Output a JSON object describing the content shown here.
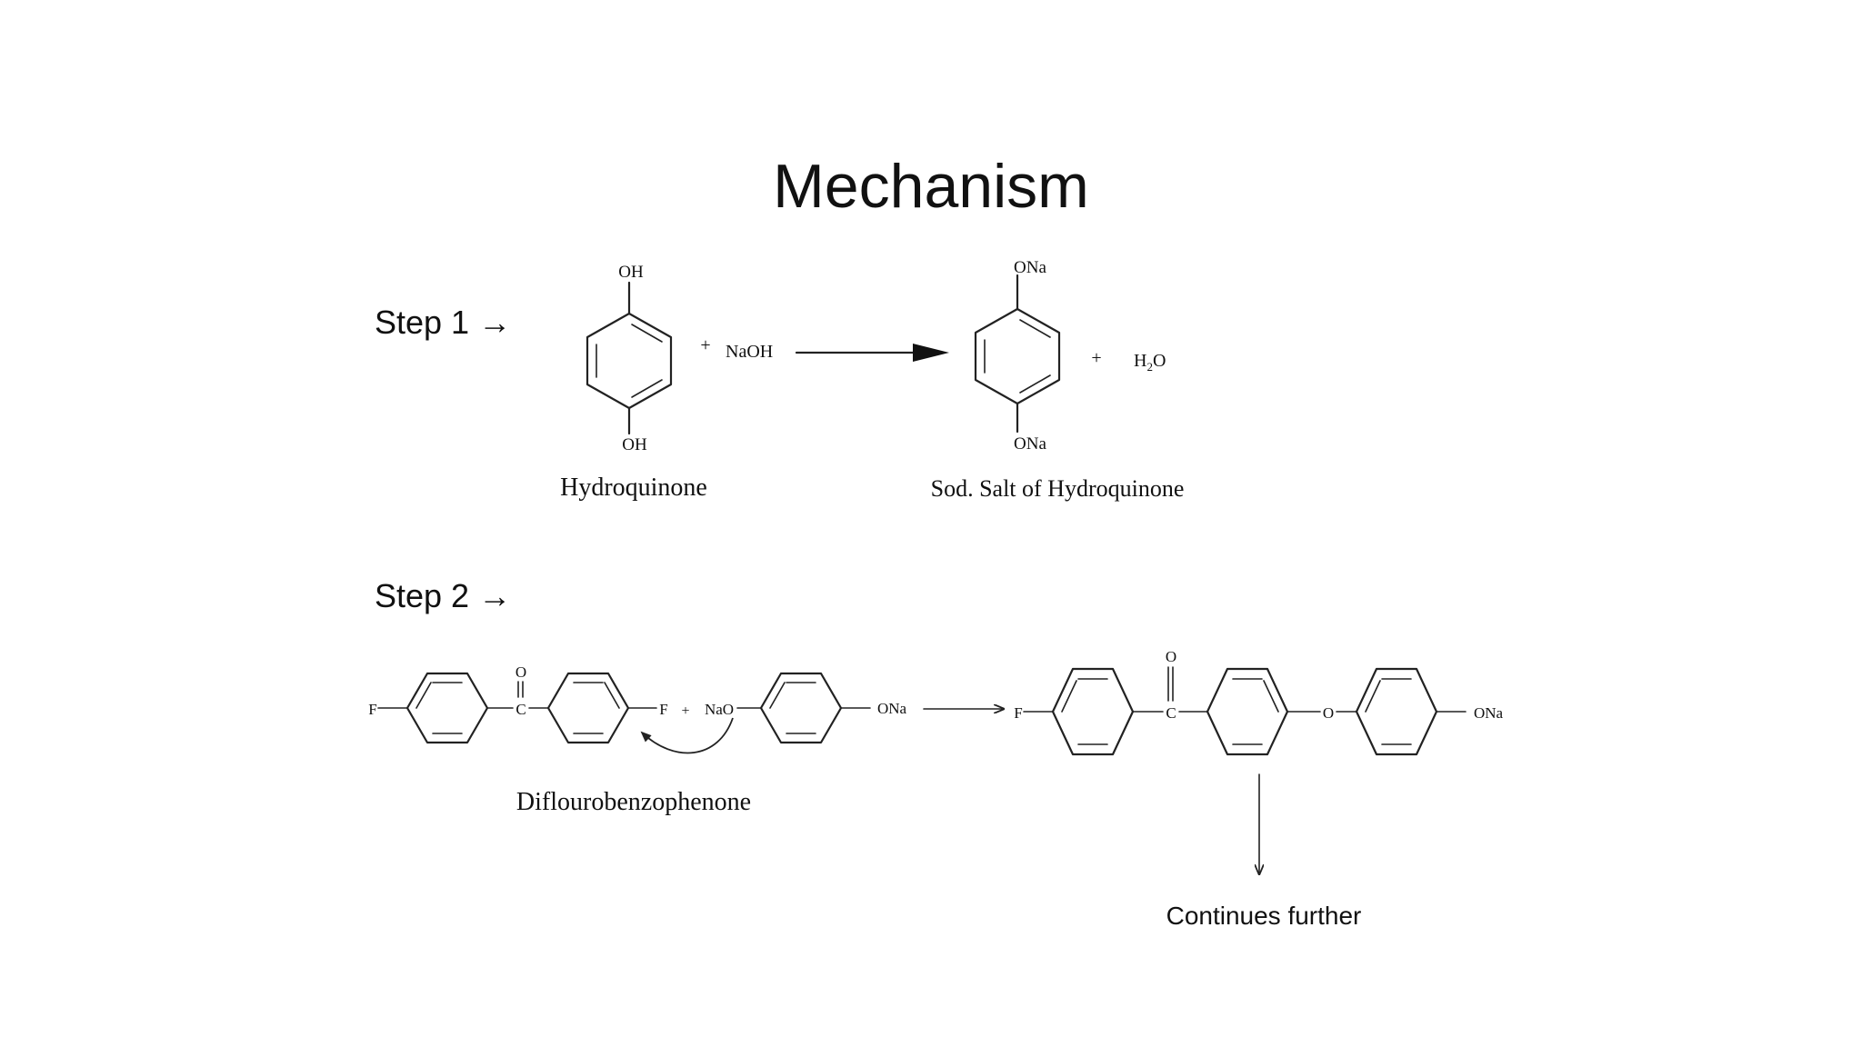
{
  "title": "Mechanism",
  "step1": {
    "label": "Step 1 →",
    "reactant": {
      "top_group": "OH",
      "bottom_group": "OH",
      "name": "Hydroquinone"
    },
    "plus1": "+",
    "reagent": "NaOH",
    "product": {
      "top_group": "ONa",
      "bottom_group": "ONa",
      "name": "Sod. Salt of  Hydroquinone"
    },
    "plus2": "+",
    "byproduct_prefix": "H",
    "byproduct_subscript": "2",
    "byproduct_suffix": "O"
  },
  "step2": {
    "label": "Step 2 →",
    "reactant1": {
      "left_group": "F",
      "carbonyl_o": "O",
      "carbonyl_c": "C",
      "right_group": "F",
      "name": "Diflourobenzophenone"
    },
    "plus": "+",
    "reactant2": {
      "left_group": "NaO",
      "right_group": "ONa"
    },
    "product": {
      "left_group": "F",
      "carbonyl_o": "O",
      "carbonyl_c": "C",
      "ether_o": "O",
      "right_group": "ONa"
    },
    "continues_label": "Continues further"
  },
  "colors": {
    "background": "#ffffff",
    "text": "#111111",
    "bonds": "#222222"
  }
}
